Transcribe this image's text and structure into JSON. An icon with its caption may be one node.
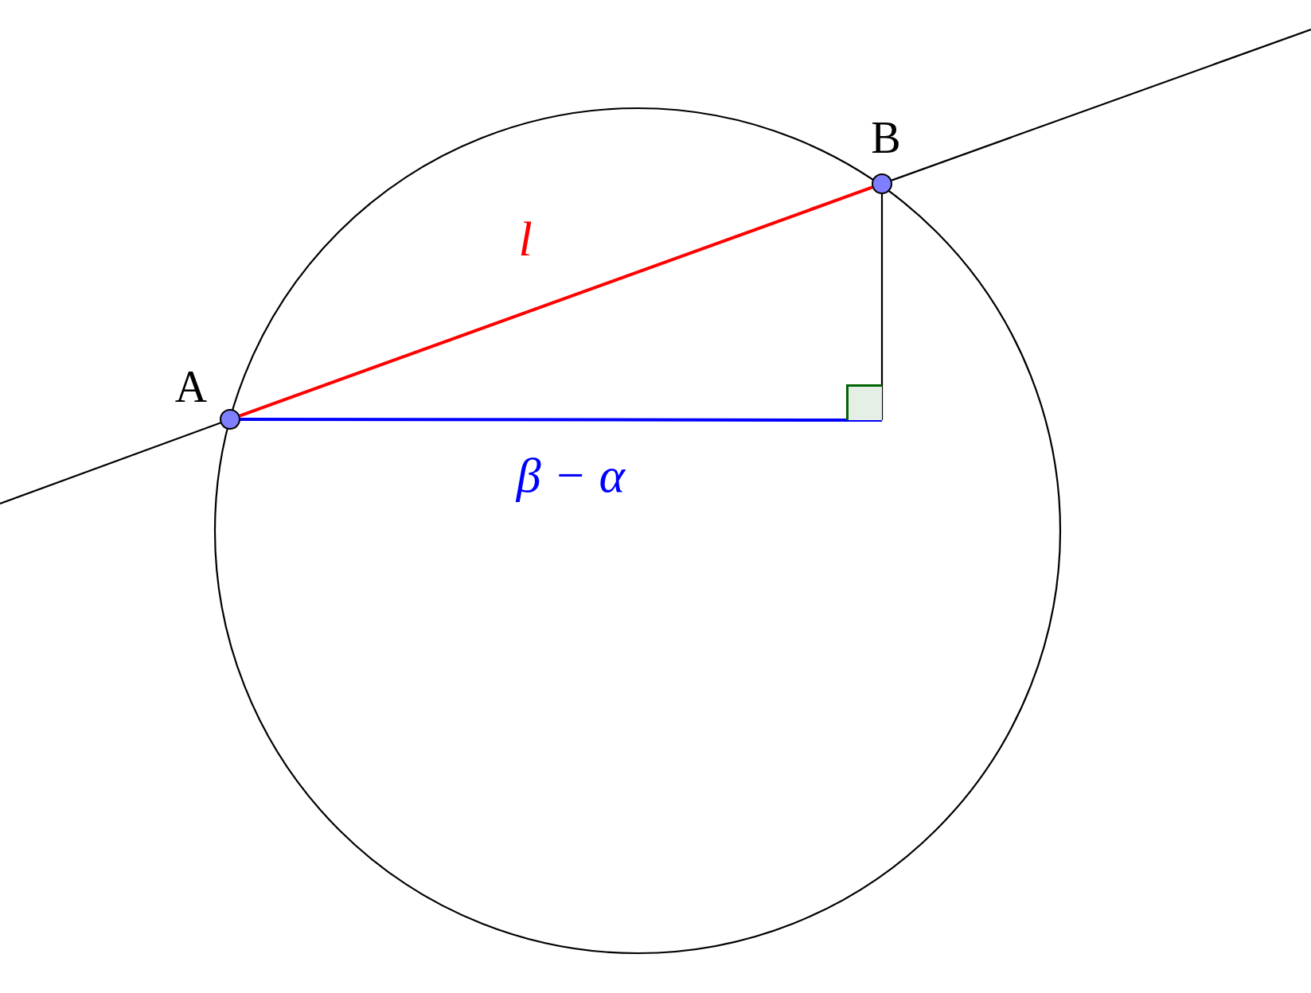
{
  "diagram": {
    "nodes": [
      {
        "text": [
          "A"
        ]
      },
      {
        "text": [
          "B"
        ]
      },
      {
        "text": [],
        "shape": "box"
      }
    ],
    "edges": [
      {
        "from": null,
        "to": 0,
        "arrow": "none"
      },
      {
        "from": 1,
        "to": null,
        "arrow": "none"
      },
      {
        "from": 0,
        "to": 1,
        "arrow": "none",
        "label": "l",
        "color": "#ff0000"
      },
      {
        "from": 0,
        "to": 2,
        "arrow": "none",
        "label": "β − α",
        "color": "#0000ff"
      },
      {
        "from": 1,
        "to": 2,
        "arrow": "none"
      }
    ]
  }
}
